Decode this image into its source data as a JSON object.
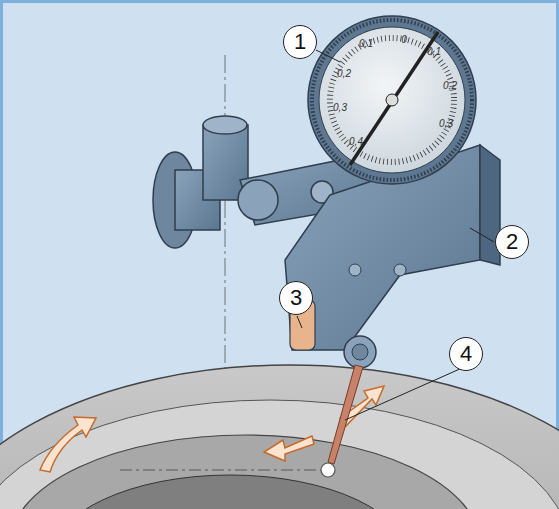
{
  "diagram": {
    "nodes": [
      {
        "text": [
          "1"
        ]
      },
      {
        "text": [
          "2"
        ]
      },
      {
        "text": [
          "3"
        ]
      },
      {
        "text": [
          "4"
        ]
      }
    ],
    "labels": [
      "0",
      "0,1",
      "0,2",
      "0,3",
      "0,4",
      "0,1",
      "0,2",
      "0,3"
    ]
  }
}
